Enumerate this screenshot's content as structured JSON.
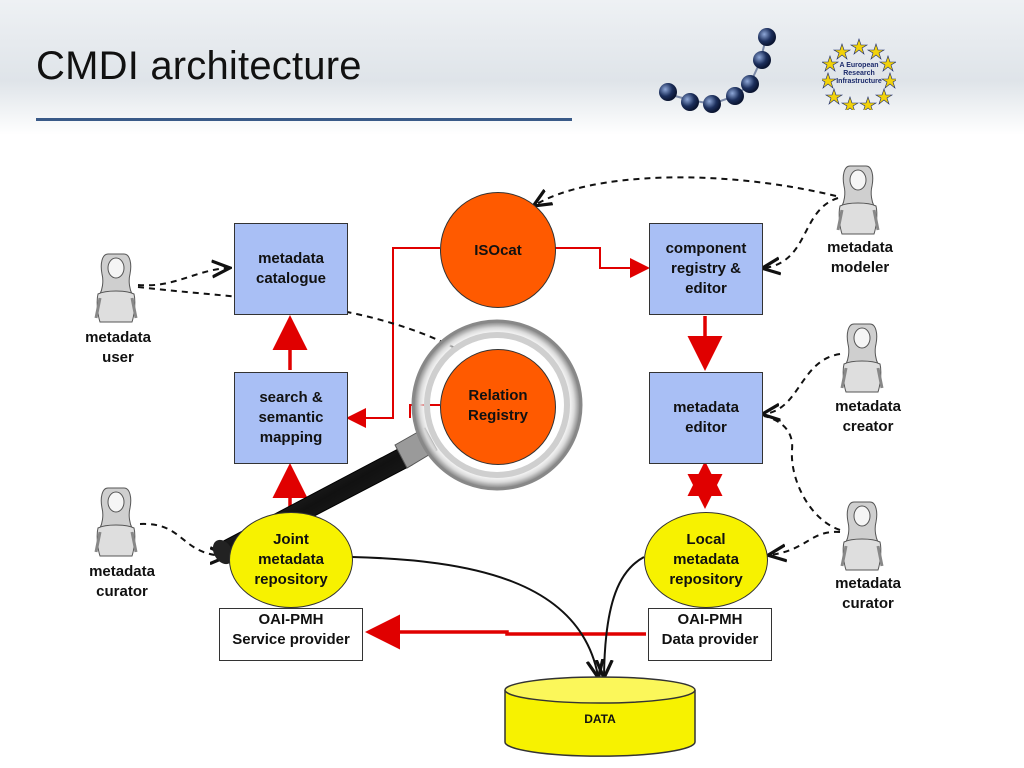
{
  "title": "CMDI architecture",
  "logo": {
    "text": "A European Research Infrastructure",
    "icon": "eu-stars-icon"
  },
  "boxes": {
    "metadata_catalogue": "metadata catalogue",
    "search_mapping": "search & semantic mapping",
    "component_registry": "component registry & editor",
    "metadata_editor": "metadata editor"
  },
  "circles": {
    "isocat": "ISOcat",
    "relation_registry": "Relation Registry"
  },
  "repositories": {
    "joint": "Joint metadata repository",
    "local": "Local metadata repository"
  },
  "oai": {
    "service_provider": [
      "OAI-PMH",
      "Service provider"
    ],
    "data_provider": [
      "OAI-PMH",
      "Data provider"
    ]
  },
  "data_store": "DATA",
  "actors": {
    "metadata_user": "metadata user",
    "metadata_curator_left": "metadata curator",
    "metadata_modeler": "metadata modeler",
    "metadata_creator": "metadata creator",
    "metadata_curator_right": "metadata curator"
  },
  "colors": {
    "box_fill": "#a9bff5",
    "circle_fill": "#ff5a00",
    "repository_fill": "#f7f200",
    "arrow_red": "#e00000",
    "title_rule": "#3a5a88"
  }
}
